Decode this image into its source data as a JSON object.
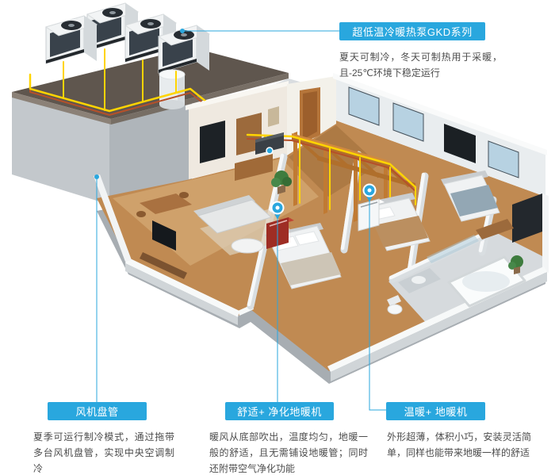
{
  "callouts": {
    "heat_pump": {
      "label": "超低温冷暖热泵GKD系列",
      "description": "夏天可制冷，冬天可制热用于采暖，且-25℃环境下稳定运行"
    },
    "fan_coil": {
      "label": "风机盘管",
      "description": "夏季可运行制冷模式，通过拖带多台风机盘管，实现中央空调制冷"
    },
    "purify_heater": {
      "label": "舒适+ 净化地暖机",
      "description": "暖风从底部吹出，温度均匀，地暖一般的舒适，且无需铺设地暖管；同时还附带空气净化功能"
    },
    "floor_heater": {
      "label": "温暖+ 地暖机",
      "description": "外形超薄，体积小巧，安装灵活简单，同样也能带来地暖一样的舒适"
    }
  },
  "colors": {
    "accent": "#29a7de",
    "pipe-yellow": "#ffd400",
    "pipe-red": "#b5502a",
    "wood-floor": "#c08a52"
  }
}
